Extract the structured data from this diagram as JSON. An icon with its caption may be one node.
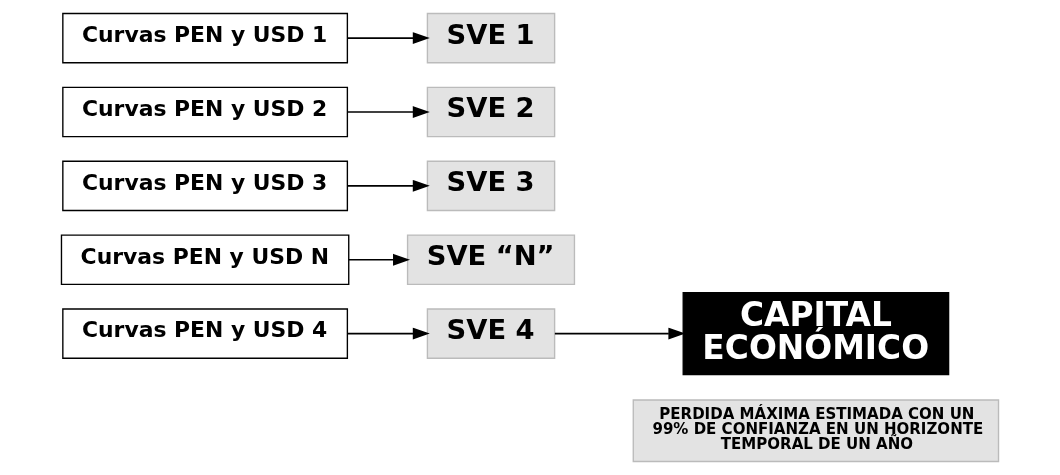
{
  "diagram": {
    "nodes": [
      {
        "text": [
          "Curvas PEN y USD 1"
        ]
      },
      {
        "text": [
          "SVE 1"
        ]
      },
      {
        "text": [
          "Curvas PEN y USD 2"
        ]
      },
      {
        "text": [
          "SVE 2"
        ]
      },
      {
        "text": [
          "Curvas PEN y USD 3"
        ]
      },
      {
        "text": [
          "SVE 3"
        ]
      },
      {
        "text": [
          "Curvas PEN y USD 4"
        ]
      },
      {
        "text": [
          "SVE 4"
        ]
      },
      {
        "text": [
          "Curvas PEN y USD N"
        ]
      },
      {
        "text": [
          "SVE “N”"
        ]
      },
      {
        "text": [
          "CAPITAL ECONÓMICO"
        ]
      },
      {
        "text": [
          "PERDIDA MÁXIMA ESTIMADA CON UN 99% DE CONFIANZA EN UN HORIZONTE TEMPORAL DE UN AÑO"
        ]
      }
    ],
    "edges": [
      {
        "from": 0,
        "to": 1,
        "arrow": "to"
      },
      {
        "from": 2,
        "to": 3,
        "arrow": "to"
      },
      {
        "from": 4,
        "to": 5,
        "arrow": "to"
      },
      {
        "from": 6,
        "to": 7,
        "arrow": "to"
      },
      {
        "from": 8,
        "to": 9,
        "arrow": "to"
      },
      {
        "from": 7,
        "to": 10,
        "arrow": "to"
      }
    ]
  }
}
